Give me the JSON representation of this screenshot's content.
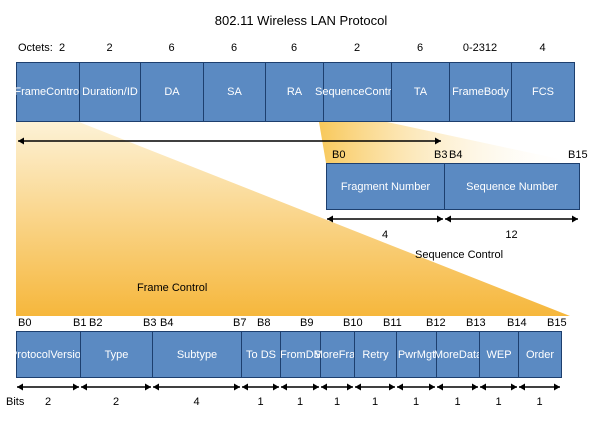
{
  "title": "802.11 Wireless LAN Protocol",
  "frame": {
    "octets_label": "Octets:",
    "fields": [
      {
        "lines": [
          "Frame",
          "Control"
        ],
        "size": "2"
      },
      {
        "lines": [
          "Duration/",
          "ID"
        ],
        "size": "2"
      },
      {
        "lines": [
          "DA"
        ],
        "size": "6"
      },
      {
        "lines": [
          "SA"
        ],
        "size": "6"
      },
      {
        "lines": [
          "RA"
        ],
        "size": "6"
      },
      {
        "lines": [
          "Sequence",
          "Control"
        ],
        "size": "2"
      },
      {
        "lines": [
          "TA"
        ],
        "size": "6"
      },
      {
        "lines": [
          "Frame",
          "Body"
        ],
        "size": "0-2312"
      },
      {
        "lines": [
          "FCS"
        ],
        "size": "4"
      }
    ]
  },
  "sequence_control": {
    "caption": "Sequence Control",
    "bit_labels": [
      "B0",
      "B3",
      "B4",
      "B15"
    ],
    "fields": [
      {
        "label": "Fragment Number",
        "bits": "4"
      },
      {
        "label": "Sequence Number",
        "bits": "12"
      }
    ]
  },
  "frame_control": {
    "caption": "Frame Control",
    "bits_label": "Bits",
    "bit_labels": [
      "B0",
      "B1",
      "B2",
      "B3",
      "B4",
      "B7",
      "B8",
      "B9",
      "B10",
      "B11",
      "B12",
      "B13",
      "B14",
      "B15"
    ],
    "fields": [
      {
        "lines": [
          "Protocol",
          "Version"
        ],
        "bits": "2"
      },
      {
        "lines": [
          "Type"
        ],
        "bits": "2"
      },
      {
        "lines": [
          "Subtype"
        ],
        "bits": "4"
      },
      {
        "lines": [
          "To DS"
        ],
        "bits": "1"
      },
      {
        "lines": [
          "From",
          "DS"
        ],
        "bits": "1"
      },
      {
        "lines": [
          "More",
          "Frag"
        ],
        "bits": "1"
      },
      {
        "lines": [
          "Retry"
        ],
        "bits": "1"
      },
      {
        "lines": [
          "Pwr",
          "Mgt"
        ],
        "bits": "1"
      },
      {
        "lines": [
          "More",
          "Data"
        ],
        "bits": "1"
      },
      {
        "lines": [
          "WEP"
        ],
        "bits": "1"
      },
      {
        "lines": [
          "Order"
        ],
        "bits": "1"
      }
    ]
  },
  "colors": {
    "field_fill": "#5b8ac2",
    "field_border": "#1d3f6e",
    "field_text": "#ffffff",
    "wedge_light": "#fdf2d6",
    "wedge_dark": "#f6b73c"
  }
}
